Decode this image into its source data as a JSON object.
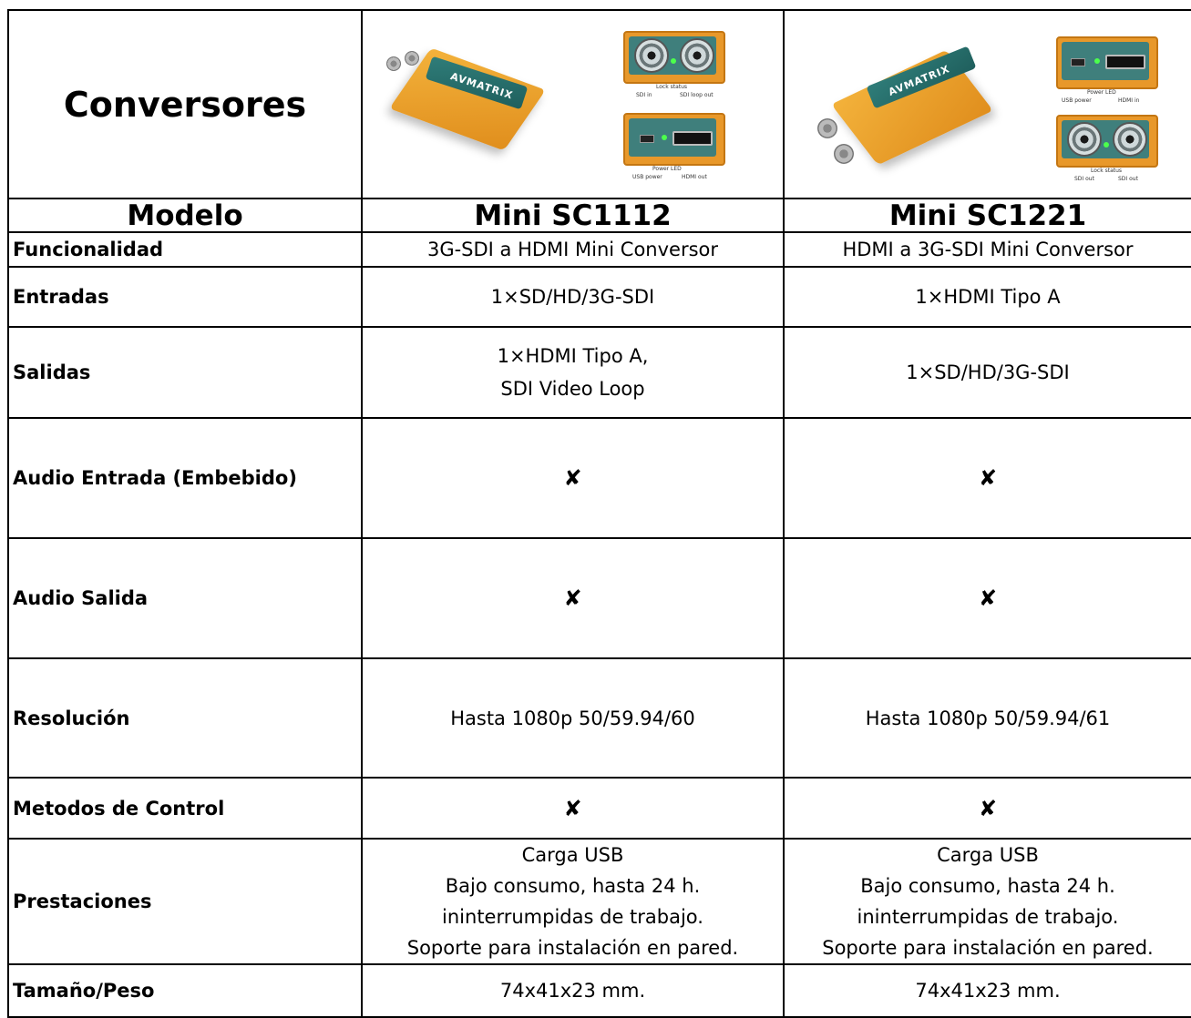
{
  "header": {
    "title": "Conversores"
  },
  "models_label": "Modelo",
  "models": [
    {
      "name": "Mini SC1112",
      "image_captions": {
        "brand": "AVMATRIX",
        "sdi_in": "SDI in",
        "lock_status": "Lock status",
        "sdi_loop_out": "SDI loop out",
        "usb_power": "USB power",
        "power_led": "Power LED",
        "hdmi_out": "HDMI out"
      },
      "funcionalidad": "3G-SDI a HDMI Mini Conversor",
      "entradas": "1×SD/HD/3G-SDI",
      "salidas": [
        "1×HDMI Tipo A,",
        "SDI Video Loop"
      ],
      "audio_entrada": "✘",
      "audio_salida": "✘",
      "resolucion": "Hasta 1080p 50/59.94/60",
      "metodos_control": "✘",
      "prestaciones": [
        "Carga USB",
        "Bajo consumo, hasta 24 h.",
        "ininterrumpidas de trabajo.",
        "Soporte para instalación en pared."
      ],
      "tamano_peso": "74x41x23 mm."
    },
    {
      "name": "Mini SC1221",
      "image_captions": {
        "brand": "AVMATRIX",
        "usb_power": "USB power",
        "power_led": "Power LED",
        "hdmi_in": "HDMI in",
        "lock_status": "Lock status",
        "sdi_out_1": "SDI out",
        "sdi_out_2": "SDI out"
      },
      "funcionalidad": "HDMI a 3G-SDI Mini Conversor",
      "entradas": "1×HDMI Tipo A",
      "salidas": [
        "1×SD/HD/3G-SDI"
      ],
      "audio_entrada": "✘",
      "audio_salida": "✘",
      "resolucion": "Hasta 1080p 50/59.94/61",
      "metodos_control": "✘",
      "prestaciones": [
        "Carga USB",
        "Bajo consumo, hasta 24 h.",
        "ininterrumpidas de trabajo.",
        "Soporte para instalación en pared."
      ],
      "tamano_peso": "74x41x23 mm."
    }
  ],
  "row_labels": {
    "funcionalidad": "Funcionalidad",
    "entradas": "Entradas",
    "salidas": "Salidas",
    "audio_entrada": "Audio Entrada (Embebido)",
    "audio_salida": "Audio Salida",
    "resolucion": "Resolución",
    "metodos_control": "Metodos de Control",
    "prestaciones": "Prestaciones",
    "tamano_peso": "Tamaño/Peso"
  },
  "colors": {
    "product_orange": "#e8982a",
    "product_teal": "#2f7d79",
    "led_green": "#4cff4c",
    "border": "#000000"
  }
}
